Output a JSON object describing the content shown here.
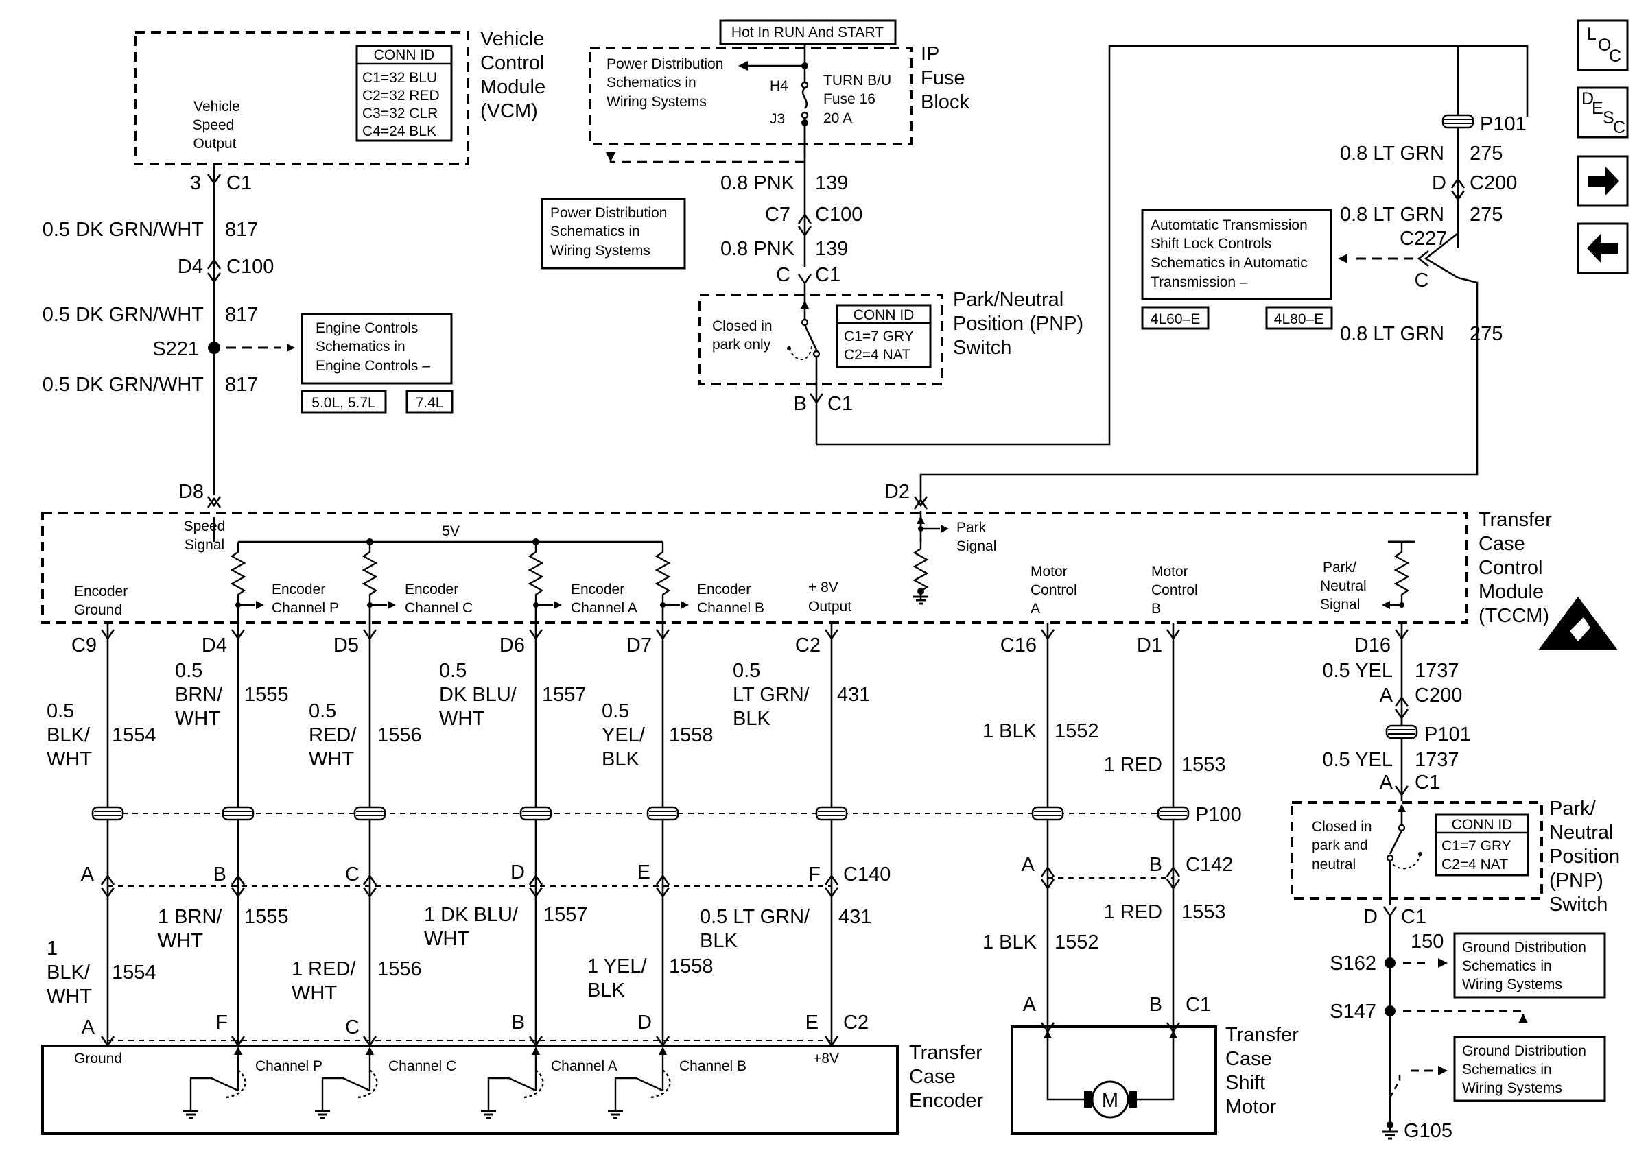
{
  "vcm": {
    "title": [
      "Vehicle",
      "Control",
      "Module",
      "(VCM)"
    ],
    "output": [
      "Vehicle",
      "Speed",
      "Output"
    ],
    "conn_id_title": "CONN ID",
    "conn_id": [
      "C1=32 BLU",
      "C2=32 RED",
      "C3=32 CLR",
      "C4=24 BLK"
    ],
    "pin": "3",
    "conn": "C1"
  },
  "speed_wire": {
    "seg1_color": "0.5 DK GRN/WHT",
    "seg1_circuit": "817",
    "c100_pin": "D4",
    "c100": "C100",
    "seg2_color": "0.5 DK GRN/WHT",
    "seg2_circuit": "817",
    "splice": "S221",
    "seg3_color": "0.5 DK GRN/WHT",
    "seg3_circuit": "817",
    "tccm_pin": "D8"
  },
  "engine_ref": {
    "lines": [
      "Engine Controls",
      "Schematics in",
      "Engine Controls –"
    ],
    "options": [
      "5.0L, 5.7L",
      "7.4L"
    ]
  },
  "fuse_block": {
    "hot_label": "Hot In RUN And START",
    "title": [
      "IP",
      "Fuse",
      "Block"
    ],
    "pd_ref": [
      "Power Distribution",
      "Schematics in",
      "Wiring Systems"
    ],
    "h4": "H4",
    "j3": "J3",
    "fuse": [
      "TURN B/U",
      "Fuse 16",
      "20 A"
    ]
  },
  "pd_ref2": {
    "lines": [
      "Power Distribution",
      "Schematics in",
      "Wiring Systems"
    ]
  },
  "pnk_wire": {
    "seg1_color": "0.8 PNK",
    "seg1_circuit": "139",
    "c100_pin": "C7",
    "c100": "C100",
    "seg2_color": "0.8 PNK",
    "seg2_circuit": "139",
    "pnp_pin": "C",
    "pnp_conn": "C1"
  },
  "pnp_top": {
    "title": [
      "Park/Neutral",
      "Position (PNP)",
      "Switch"
    ],
    "note": [
      "Closed in",
      "park only"
    ],
    "conn_id_title": "CONN ID",
    "conn_id": [
      "C1=7 GRY",
      "C2=4 NAT"
    ],
    "pin": "B",
    "conn": "C1"
  },
  "ltgrn_wire": {
    "p101": "P101",
    "seg1_color": "0.8 LT GRN",
    "seg1_circuit": "275",
    "c200_pin": "D",
    "c200": "C200",
    "seg2_color": "0.8 LT GRN",
    "seg2_circuit": "275",
    "c227": "C227",
    "c227_pin": "C",
    "seg3_color": "0.8 LT GRN",
    "seg3_circuit": "275",
    "tccm_pin": "D2"
  },
  "shift_lock_ref": {
    "lines": [
      "Automtatic Transmission",
      "Shift Lock Controls",
      "Schematics in Automatic",
      "Transmission –"
    ],
    "options": [
      "4L60–E",
      "4L80–E"
    ]
  },
  "nav": {
    "loc_main": "L",
    "loc_sub1": "O",
    "loc_sub2": "C",
    "desc_main": "D",
    "desc_sub1": "E",
    "desc_sub2": "S",
    "desc_sub3": "C"
  },
  "tccm": {
    "title": [
      "Transfer",
      "Case",
      "Control",
      "Module",
      "(TCCM)"
    ],
    "speed_signal": [
      "Speed",
      "Signal"
    ],
    "five_v": "5V",
    "park_signal": [
      "Park",
      "Signal"
    ],
    "encoder_ground": [
      "Encoder",
      "Ground"
    ],
    "enc_p": [
      "Encoder",
      "Channel P"
    ],
    "enc_c": [
      "Encoder",
      "Channel C"
    ],
    "enc_a": [
      "Encoder",
      "Channel A"
    ],
    "enc_b": [
      "Encoder",
      "Channel B"
    ],
    "plus8v": [
      "+ 8V",
      "Output"
    ],
    "motor_a": [
      "Motor",
      "Control",
      "A"
    ],
    "motor_b": [
      "Motor",
      "Control",
      "B"
    ],
    "pn_signal": [
      "Park/",
      "Neutral",
      "Signal"
    ]
  },
  "pins": {
    "c9": "C9",
    "d4": "D4",
    "d5": "D5",
    "d6": "D6",
    "d7": "D7",
    "c2": "C2",
    "c16": "C16",
    "d1": "D1",
    "d16": "D16"
  },
  "upper_wires": {
    "w1554_color": [
      "0.5",
      "BLK/",
      "WHT"
    ],
    "w1554": "1554",
    "w1555_color": [
      "0.5",
      "BRN/",
      "WHT"
    ],
    "w1555": "1555",
    "w1556_color": [
      "0.5",
      "RED/",
      "WHT"
    ],
    "w1556": "1556",
    "w1557_color": [
      "0.5",
      "DK BLU/",
      "WHT"
    ],
    "w1557": "1557",
    "w1558_color": [
      "0.5",
      "YEL/",
      "BLK"
    ],
    "w1558": "1558",
    "w431_color": [
      "0.5",
      "LT GRN/",
      "BLK"
    ],
    "w431": "431",
    "w1552_color": "1 BLK",
    "w1552": "1552",
    "w1553_color": "1 RED",
    "w1553": "1553"
  },
  "p100": "P100",
  "c140": {
    "name": "C140",
    "pins": [
      "A",
      "B",
      "C",
      "D",
      "E",
      "F"
    ]
  },
  "c142": {
    "name": "C142",
    "pins": [
      "A",
      "B"
    ]
  },
  "lower_wires": {
    "w1554_color": [
      "1",
      "BLK/",
      "WHT"
    ],
    "w1554": "1554",
    "w1555_color": [
      "1 BRN/",
      "WHT"
    ],
    "w1555": "1555",
    "w1556_color": [
      "1 RED/",
      "WHT"
    ],
    "w1556": "1556",
    "w1557_color": [
      "1 DK BLU/",
      "WHT"
    ],
    "w1557": "1557",
    "w1558_color": [
      "1 YEL/",
      "BLK"
    ],
    "w1558": "1558",
    "w431_color": [
      "0.5 LT GRN/",
      "BLK"
    ],
    "w431": "431",
    "w1552_color": "1 BLK",
    "w1552": "1552",
    "w1553_color": "1 RED",
    "w1553": "1553"
  },
  "encoder": {
    "pins": [
      "A",
      "F",
      "C",
      "B",
      "D",
      "E"
    ],
    "conn": "C2",
    "title": [
      "Transfer",
      "Case",
      "Encoder"
    ],
    "ground": "Ground",
    "ch_p": "Channel P",
    "ch_c": "Channel C",
    "ch_a": "Channel A",
    "ch_b": "Channel B",
    "plus8v": "+8V"
  },
  "motor": {
    "pins": [
      "A",
      "B"
    ],
    "conn": "C1",
    "title": [
      "Transfer",
      "Case",
      "Shift",
      "Motor"
    ],
    "symbol": "M"
  },
  "right_side": {
    "seg1_color": "0.5 YEL",
    "seg1_circuit": "1737",
    "c200_pin": "A",
    "c200": "C200",
    "p101": "P101",
    "seg2_color": "0.5 YEL",
    "seg2_circuit": "1737",
    "pnp_pin": "A",
    "pnp_conn": "C1"
  },
  "pnp_bottom": {
    "title": [
      "Park/",
      "Neutral",
      "Position",
      "(PNP)",
      "Switch"
    ],
    "note": [
      "Closed in",
      "park and",
      "neutral"
    ],
    "conn_id_title": "CONN ID",
    "conn_id": [
      "C1=7 GRY",
      "C2=4 NAT"
    ],
    "pin": "D",
    "conn": "C1"
  },
  "ground_path": {
    "circuit": "150",
    "s162": "S162",
    "s147": "S147",
    "g105": "G105",
    "ref1": [
      "Ground Distribution",
      "Schematics in",
      "Wiring Systems"
    ],
    "ref2": [
      "Ground Distribution",
      "Schematics in",
      "Wiring Systems"
    ]
  }
}
